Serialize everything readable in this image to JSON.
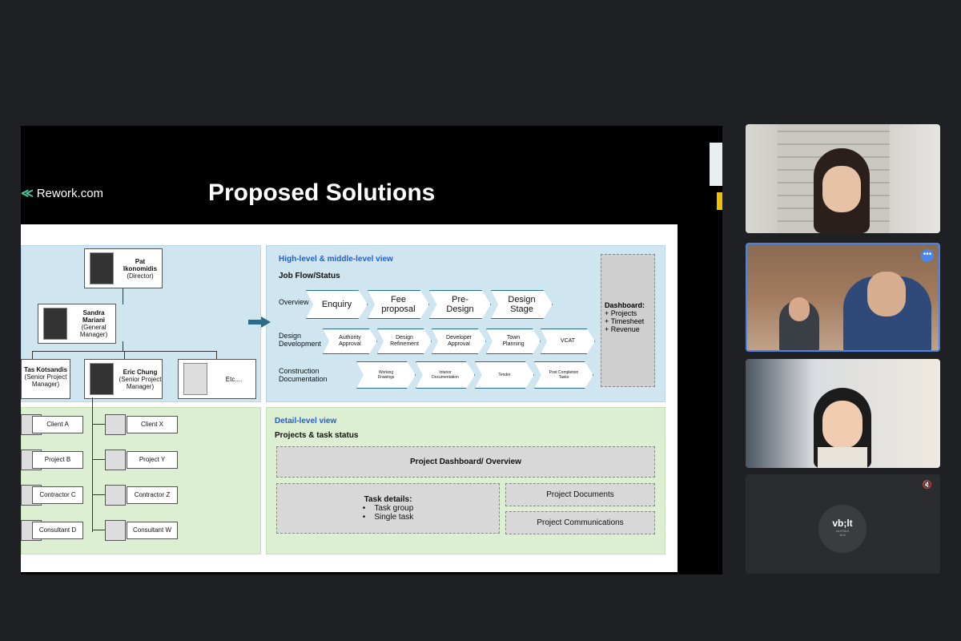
{
  "slide": {
    "brand": "Rework.com",
    "title": "Proposed Solutions",
    "org_chart": {
      "director_name": "Pat\nIkonomidis",
      "director_role": "(Director)",
      "gm_name": "Sandra\nMariani",
      "gm_role": "(General\nManager)",
      "spm1_name": "Tas Kotsandis",
      "spm1_role": "(Senior Project\nManager)",
      "spm2_name": "Eric Chung",
      "spm2_role": "(Senior Project\nManager)",
      "etc": "Etc....",
      "left_items": [
        "Client A",
        "Project B",
        "Contractor C",
        "Consultant D"
      ],
      "right_items": [
        "Client X",
        "Project Y",
        "Contractor Z",
        "Consultant W"
      ]
    },
    "high_level": {
      "heading": "High-level & middle-level view",
      "subheading": "Job Flow/Status",
      "overview_label": "Overview",
      "overview_steps": [
        "Enquiry",
        "Fee\nproposal",
        "Pre-\nDesign",
        "Design\nStage"
      ],
      "design_dev_label": "Design\nDevelopment",
      "design_dev_steps": [
        "Authority\nApproval",
        "Design\nRefinement",
        "Developer\nApproval",
        "Town\nPlanning",
        "VCAT"
      ],
      "construction_label": "Construction\nDocumentation",
      "construction_steps": [
        "Working\nDrawings",
        "Interior\nDocumentation",
        "Tender",
        "Post Completion\nTasks"
      ],
      "dashboard_title": "Dashboard:",
      "dashboard_items": [
        "+ Projects",
        "+ Timesheet",
        "+ Revenue"
      ]
    },
    "detail_level": {
      "heading": "Detail-level view",
      "subheading": "Projects & task status",
      "dashboard_box": "Project Dashboard/ Overview",
      "task_title": "Task details:",
      "task_items": [
        "Task group",
        "Single task"
      ],
      "documents": "Project Documents",
      "communications": "Project Communications"
    }
  },
  "participants": {
    "tile4_initials": "vb;lt",
    "tile4_sub": "vb;lt Bb;lt\nvb;lt"
  },
  "colors": {
    "accent": "#4a86e8",
    "panel_blue": "#cfe6f1",
    "panel_green": "#dcefd2",
    "heading_blue": "#1f5fd0"
  }
}
